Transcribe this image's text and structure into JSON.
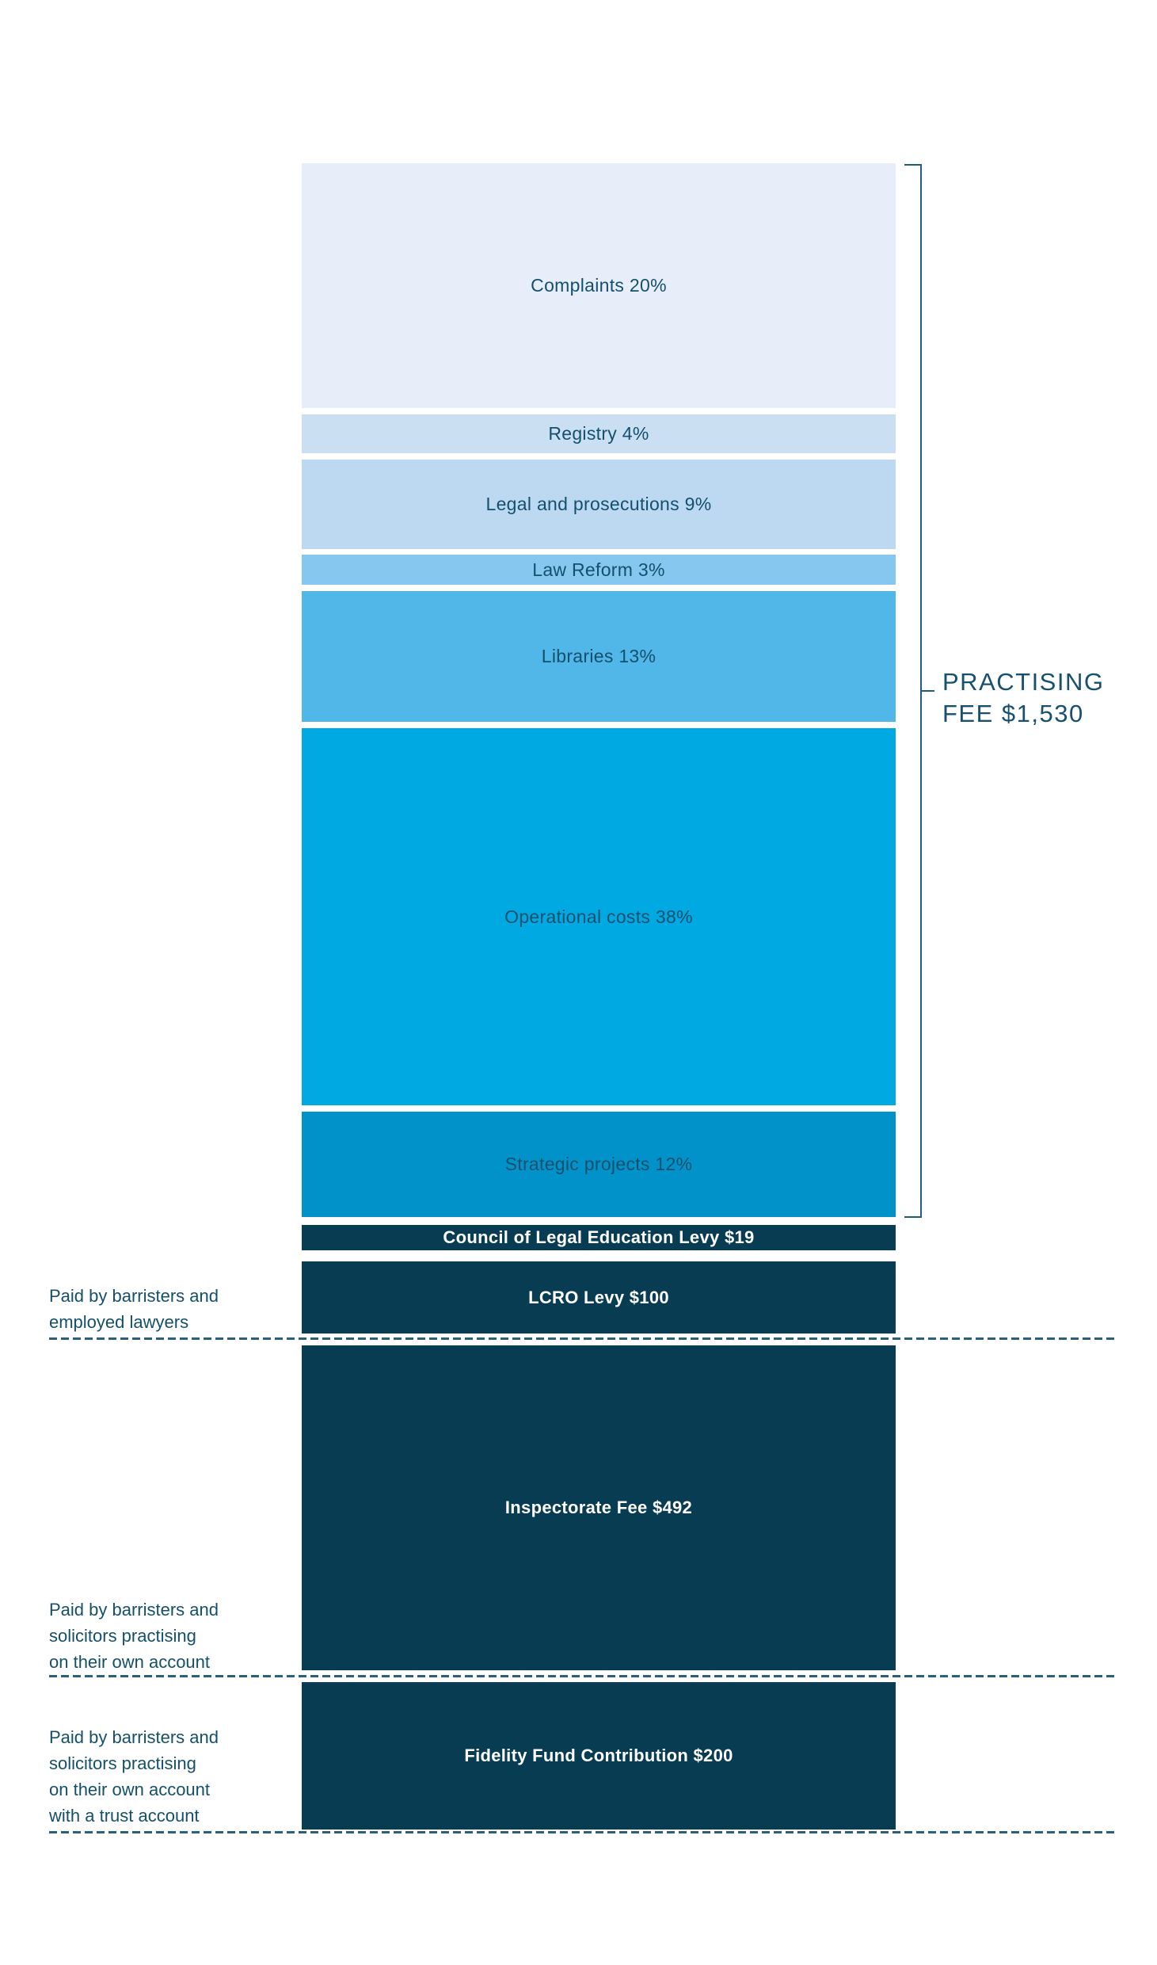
{
  "colors": {
    "accent_cyan": "#00A9E2",
    "dark_navy_bar": "#073C53",
    "dark_text": "#14506E",
    "bracket_line": "#1F5E7D",
    "divider_dash": "#2A607B",
    "white_label": "#FFFFFF"
  },
  "chart_data": {
    "type": "bar",
    "stacked": true,
    "orientation": "vertical",
    "legend_position": "none",
    "grid": false,
    "title": "",
    "bracket_total": {
      "label_line1": "PRACTISING",
      "label_line2": "FEE $1,530",
      "full_text": "PRACTISING FEE $1,530",
      "value_dollars": 1530
    },
    "segments": [
      {
        "label": "Complaints 20%",
        "name": "Complaints",
        "percent_of_practising_fee": 20,
        "color": "#E7EEF9",
        "group": "practising-fee"
      },
      {
        "label": "Registry 4%",
        "name": "Registry",
        "percent_of_practising_fee": 4,
        "color": "#CBDFF3",
        "group": "practising-fee"
      },
      {
        "label": "Legal and prosecutions 9%",
        "name": "Legal and prosecutions",
        "percent_of_practising_fee": 9,
        "color": "#BDD9F2",
        "group": "practising-fee"
      },
      {
        "label": "Law Reform 3%",
        "name": "Law Reform",
        "percent_of_practising_fee": 3,
        "color": "#85C7EE",
        "group": "practising-fee"
      },
      {
        "label": "Libraries 13%",
        "name": "Libraries",
        "percent_of_practising_fee": 13,
        "color": "#50B7E8",
        "group": "practising-fee"
      },
      {
        "label": "Operational costs 38%",
        "name": "Operational costs",
        "percent_of_practising_fee": 38,
        "color": "#00A9E2",
        "group": "practising-fee"
      },
      {
        "label": "Strategic projects 12%",
        "name": "Strategic projects",
        "percent_of_practising_fee": 12,
        "color": "#0092C9",
        "group": "practising-fee"
      },
      {
        "label": "Council of Legal Education Levy $19",
        "name": "Council of Legal Education Levy",
        "amount_dollars": 19,
        "color": "#073C53",
        "group": "levy"
      },
      {
        "label": "LCRO Levy $100",
        "name": "LCRO Levy",
        "amount_dollars": 100,
        "color": "#073C53",
        "group": "levy"
      },
      {
        "label": "Inspectorate Fee $492",
        "name": "Inspectorate Fee",
        "amount_dollars": 492,
        "color": "#073C53",
        "group": "levy"
      },
      {
        "label": "Fidelity Fund Contribution $200",
        "name": "Fidelity Fund Contribution",
        "amount_dollars": 200,
        "color": "#073C53",
        "group": "levy"
      }
    ],
    "annotations": [
      {
        "lines": [
          "Paid by barristers and",
          "employed lawyers"
        ]
      },
      {
        "lines": [
          "Paid by barristers and",
          "solicitors practising",
          "on their own account"
        ]
      },
      {
        "lines": [
          "Paid by barristers and",
          "solicitors practising",
          "on their own account",
          "with a trust account"
        ]
      }
    ]
  }
}
